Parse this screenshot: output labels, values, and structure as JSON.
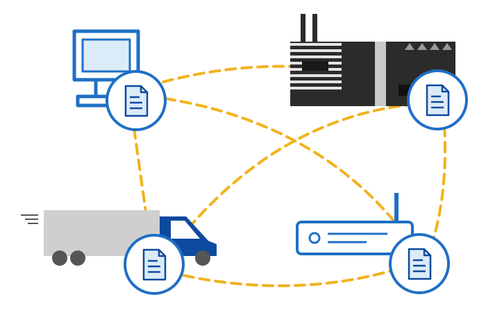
{
  "diagram": {
    "nodes": [
      {
        "id": "computer",
        "device": "desktop-computer-icon"
      },
      {
        "id": "gateway",
        "device": "industrial-gateway-icon"
      },
      {
        "id": "truck",
        "device": "delivery-truck-icon"
      },
      {
        "id": "router",
        "device": "wireless-router-icon"
      }
    ],
    "links": [
      [
        "computer",
        "gateway"
      ],
      [
        "computer",
        "router"
      ],
      [
        "computer",
        "truck"
      ],
      [
        "gateway",
        "truck"
      ],
      [
        "gateway",
        "router"
      ],
      [
        "truck",
        "router"
      ]
    ]
  },
  "colors": {
    "accent_blue": "#1f6fc5",
    "dark_blue": "#0d4a9e",
    "link_yellow": "#f2b21c",
    "doc_fill": "#dcebf8",
    "truck_gray": "#cfcfcf",
    "device_dark": "#2b2b2b"
  }
}
